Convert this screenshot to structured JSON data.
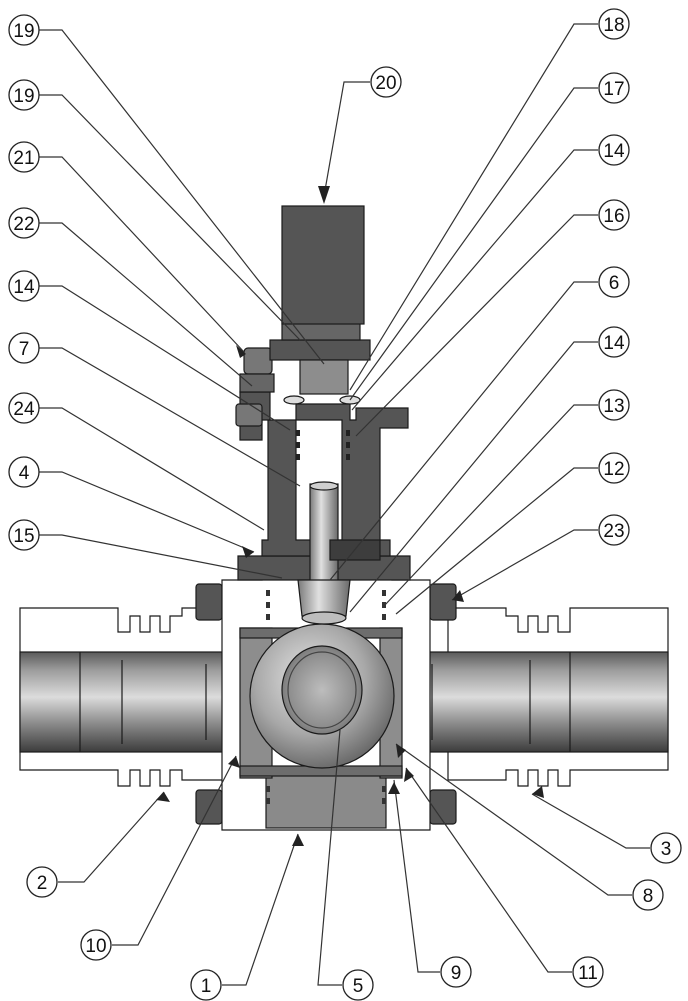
{
  "diagram": {
    "callouts": [
      {
        "id": "c-19a",
        "label": "19"
      },
      {
        "id": "c-19b",
        "label": "19"
      },
      {
        "id": "c-21",
        "label": "21"
      },
      {
        "id": "c-22",
        "label": "22"
      },
      {
        "id": "c-14a",
        "label": "14"
      },
      {
        "id": "c-7",
        "label": "7"
      },
      {
        "id": "c-24",
        "label": "24"
      },
      {
        "id": "c-4",
        "label": "4"
      },
      {
        "id": "c-15",
        "label": "15"
      },
      {
        "id": "c-20",
        "label": "20"
      },
      {
        "id": "c-18",
        "label": "18"
      },
      {
        "id": "c-17",
        "label": "17"
      },
      {
        "id": "c-14b",
        "label": "14"
      },
      {
        "id": "c-16",
        "label": "16"
      },
      {
        "id": "c-6",
        "label": "6"
      },
      {
        "id": "c-14c",
        "label": "14"
      },
      {
        "id": "c-13",
        "label": "13"
      },
      {
        "id": "c-12",
        "label": "12"
      },
      {
        "id": "c-23",
        "label": "23"
      },
      {
        "id": "c-3",
        "label": "3"
      },
      {
        "id": "c-2",
        "label": "2"
      },
      {
        "id": "c-10",
        "label": "10"
      },
      {
        "id": "c-1",
        "label": "1"
      },
      {
        "id": "c-5",
        "label": "5"
      },
      {
        "id": "c-9",
        "label": "9"
      },
      {
        "id": "c-11",
        "label": "11"
      },
      {
        "id": "c-8",
        "label": "8"
      }
    ],
    "colors": {
      "body_dark": "#545454",
      "body_mid": "#8a8a8a",
      "metal_light": "#cfcfcf",
      "outline": "#1a1a1a",
      "white_part": "#ffffff"
    }
  }
}
